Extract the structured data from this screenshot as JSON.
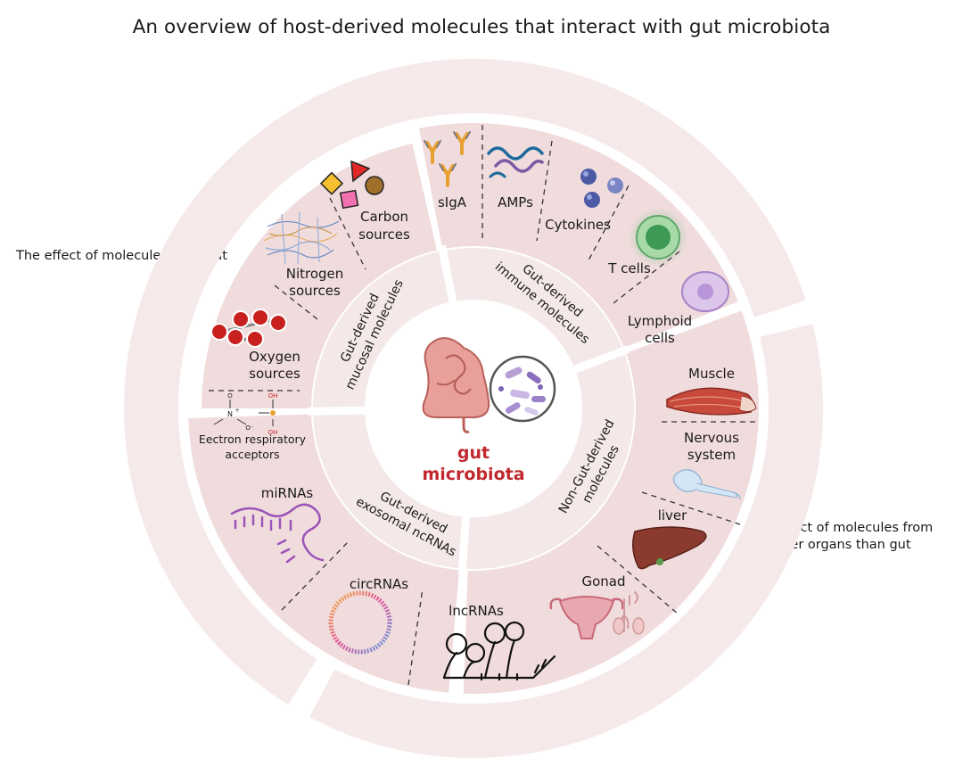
{
  "title": "An overview of host-derived molecules that interact with gut microbiota",
  "side_notes": {
    "gut": "The effect of molecules from gut",
    "organs_line1": "The effect of molecules from",
    "organs_line2": "other organs than gut"
  },
  "center": {
    "line1": "gut",
    "line2": "microbiota"
  },
  "categories": {
    "immune": {
      "line1": "Gut-derived",
      "line2": "immune  molecules"
    },
    "mucosal": {
      "line1": "Gut-derived",
      "line2": "mucosal molecules"
    },
    "exosomal": {
      "line1": "Gut-derived",
      "line2": "exosomal ncRNAs"
    },
    "nongut": {
      "line1": "Non-Gut-derived",
      "line2": "molecules"
    }
  },
  "items": {
    "sIgA": "sIgA",
    "AMPs": "AMPs",
    "cytokines": "Cytokines",
    "tcells": "T cells",
    "lymphoid_1": "Lymphoid",
    "lymphoid_2": "cells",
    "carbon_1": "Carbon",
    "carbon_2": "sources",
    "nitrogen_1": "Nitrogen",
    "nitrogen_2": "sources",
    "oxygen_1": "Oxygen",
    "oxygen_2": "sources",
    "electron_1": "Eectron respiratory",
    "electron_2": "acceptors",
    "mirnas": "miRNAs",
    "circrnas": "circRNAs",
    "lncrnas": "lncRNAs",
    "muscle": "Muscle",
    "nervous_1": "Nervous",
    "nervous_2": "system",
    "liver": "liver",
    "gonad": "Gonad"
  },
  "chem_labels": {
    "n": "N",
    "n_charge": "+",
    "o_minus": "O⁻",
    "o_top": "O",
    "oh_top": "OH",
    "oh_bottom": "OH"
  },
  "colors": {
    "outer_ring": "#f6e9ea",
    "segment": "#f1dcdd",
    "inner_ring": "#f4e8e8",
    "center_text": "#c0282d",
    "divider": "#ffffff"
  }
}
